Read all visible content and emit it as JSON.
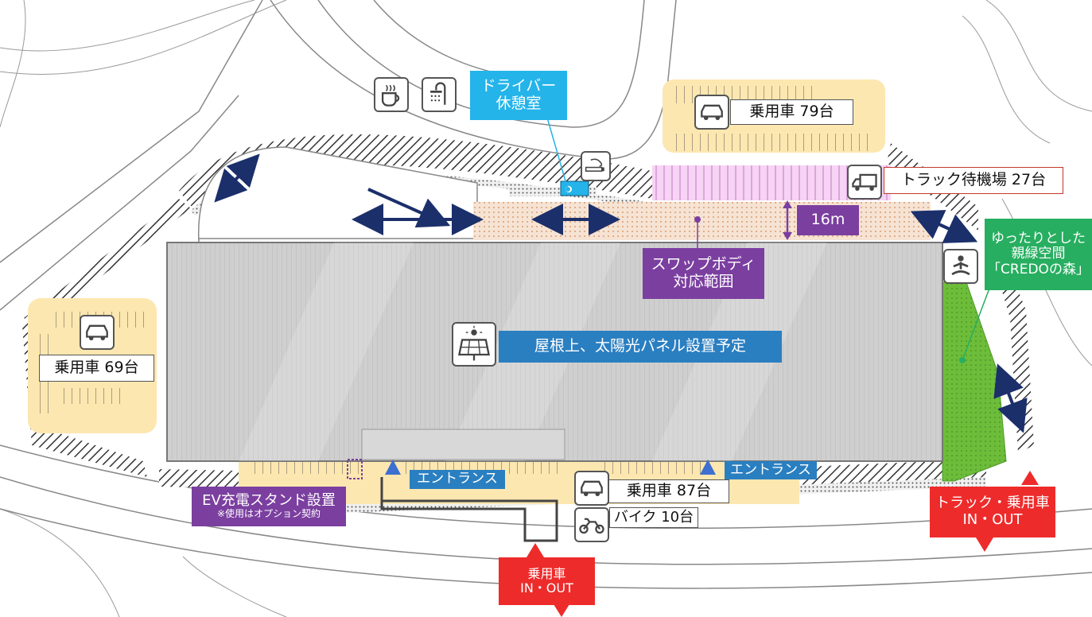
{
  "labels": {
    "driver_rest": [
      "ドライバー",
      "休憩室"
    ],
    "car_79": "乗用車 79台",
    "truck_wait": "トラック待機場 27台",
    "width_16m": "16m",
    "swap_body": [
      "スワップボディ",
      "対応範囲"
    ],
    "green_space": [
      "ゆったりとした",
      "親緑空間",
      "「CREDOの森」"
    ],
    "car_69": "乗用車 69台",
    "solar": "屋根上、太陽光パネル設置予定",
    "entrance_left": "エントランス",
    "entrance_right": "エントランス",
    "car_87": "乗用車 87台",
    "bike_10": "バイク 10台",
    "ev_station": "EV充電スタンド設置",
    "ev_note": "※使用はオプション契約",
    "truck_car_inout": [
      "トラック・乗用車",
      "IN・OUT"
    ],
    "car_inout": [
      "乗用車",
      "IN・OUT"
    ]
  },
  "icons": [
    "coffee-icon",
    "shower-icon",
    "smoking-icon",
    "car-icon",
    "truck-icon",
    "yoga-icon",
    "solar-panel-icon",
    "motorcycle-icon"
  ],
  "colors": {
    "roof": "#cfcfcf",
    "parking": "#fde7b0",
    "truck_wait": "#f7d3f5",
    "swap_area": "#f2d8c2",
    "green_space": "#6dbd3a",
    "arrow": "#1b2f6b",
    "inout": "#ee2b2b"
  }
}
